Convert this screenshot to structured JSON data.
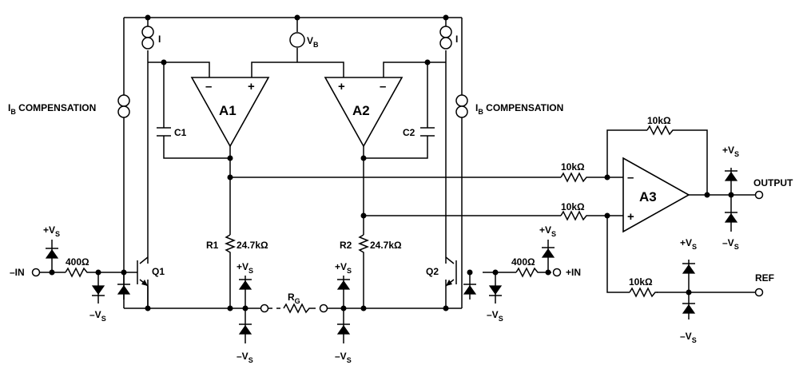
{
  "diagram": {
    "current_source_left": "I",
    "current_source_right": "I",
    "vb": {
      "main": "V",
      "sub": "B"
    },
    "ib_comp_left": {
      "pre": "I",
      "sub": "B",
      "text": " COMPENSATION"
    },
    "ib_comp_right": {
      "pre": "I",
      "sub": "B",
      "text": " COMPENSATION"
    },
    "amp_a1": "A1",
    "amp_a2": "A2",
    "amp_a3": "A3",
    "minus": "–",
    "plus": "+",
    "c1": "C1",
    "c2": "C2",
    "r1": {
      "name": "R1",
      "value": "24.7kΩ"
    },
    "r2": {
      "name": "R2",
      "value": "24.7kΩ"
    },
    "rg": {
      "main": "R",
      "sub": "G"
    },
    "res_400": "400Ω",
    "res_10k": "10kΩ",
    "q1": "Q1",
    "q2": "Q2",
    "neg_in": "–IN",
    "pos_in": "+IN",
    "output": "OUTPUT",
    "ref": "REF",
    "plus_vs": {
      "main": "+V",
      "sub": "S"
    },
    "minus_vs": {
      "main": "–V",
      "sub": "S"
    }
  }
}
